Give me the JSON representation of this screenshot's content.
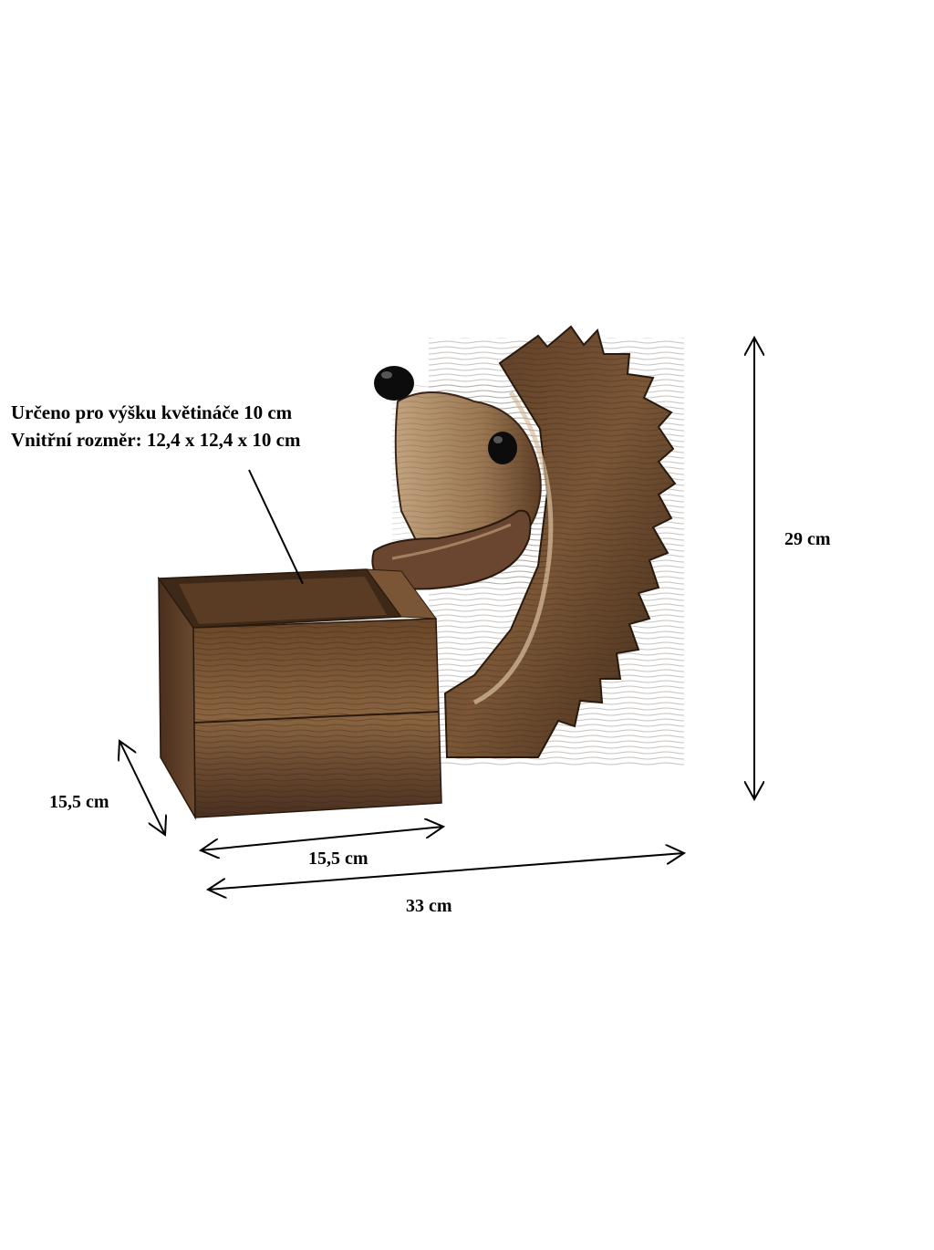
{
  "annotations": {
    "note_line1": "Určeno pro výšku květináče 10 cm",
    "note_line2": "Vnitřní rozměr: 12,4 x 12,4  x 10 cm",
    "height_label": "29 cm",
    "depth_label": "15,5 cm",
    "box_width_label": "15,5 cm",
    "total_width_label": "33 cm"
  },
  "colors": {
    "background": "#ffffff",
    "wood_light": "#a07c58",
    "wood_dark": "#3a2416",
    "ink": "#000000"
  }
}
